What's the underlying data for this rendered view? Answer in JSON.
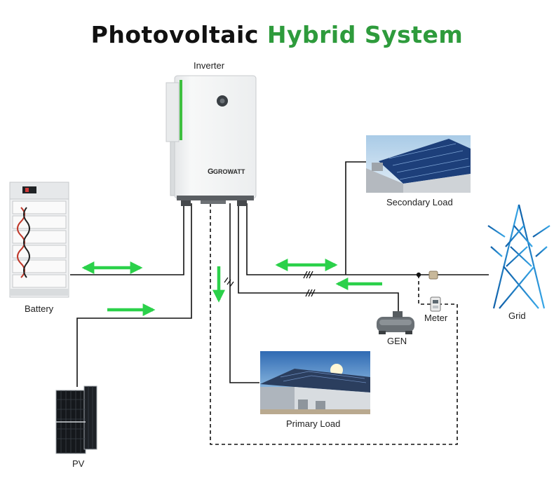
{
  "title": {
    "part1": "Photovoltaic",
    "part2": "Hybrid System"
  },
  "colors": {
    "accent_green": "#2e9b3c",
    "arrow_green": "#2bd14a",
    "line": "#111111"
  },
  "components": {
    "inverter": {
      "label": "Inverter",
      "brand": "GROWATT",
      "icon": "inverter-icon"
    },
    "battery": {
      "label": "Battery",
      "icon": "battery-rack-icon"
    },
    "pv": {
      "label": "PV",
      "icon": "solar-panel-icon"
    },
    "secondary_load": {
      "label": "Secondary Load",
      "icon": "factory-roof-icon"
    },
    "primary_load": {
      "label": "Primary Load",
      "icon": "factory-building-icon"
    },
    "grid": {
      "label": "Grid",
      "icon": "power-tower-icon"
    },
    "meter": {
      "label": "Meter",
      "icon": "meter-icon"
    },
    "gen": {
      "label": "GEN",
      "icon": "generator-icon"
    }
  },
  "flows": [
    {
      "name": "battery-flow",
      "direction": "bidirectional"
    },
    {
      "name": "pv-flow",
      "direction": "to-inverter"
    },
    {
      "name": "primary-load-flow",
      "direction": "to-load"
    },
    {
      "name": "grid-flow",
      "direction": "bidirectional"
    },
    {
      "name": "gen-flow",
      "direction": "to-inverter"
    }
  ]
}
